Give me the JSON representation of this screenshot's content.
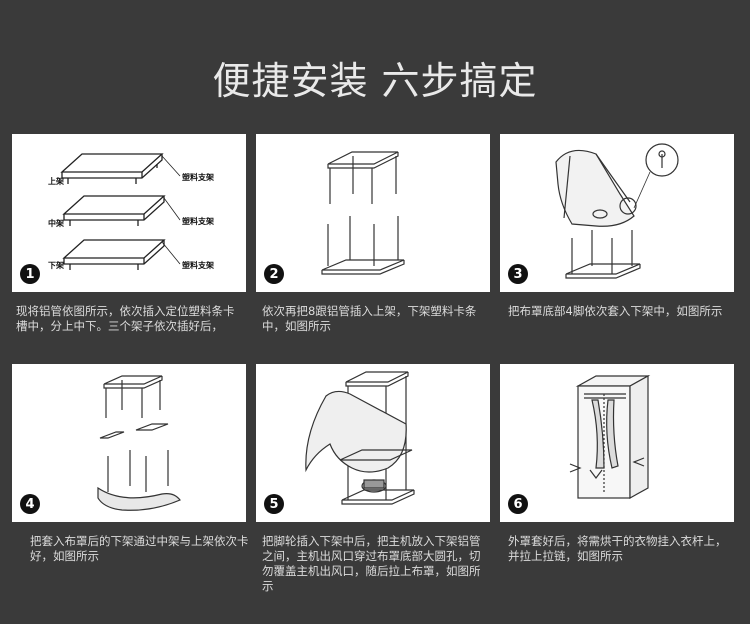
{
  "title": "便捷安装 六步搞定",
  "steps": [
    {
      "number": "1",
      "text": "现将铝管依图所示，依次插入定位塑料条卡槽中，分上中下。三个架子依次插好后，",
      "labels": {
        "upper": "上架",
        "middle": "中架",
        "lower": "下架",
        "bracket": "塑料支架"
      }
    },
    {
      "number": "2",
      "text": "依次再把8跟铝管插入上架，下架塑料卡条中，如图所示"
    },
    {
      "number": "3",
      "text": "把布罩底部4脚依次套入下架中，如图所示"
    },
    {
      "number": "4",
      "text": "把套入布罩后的下架通过中架与上架依次卡好，如图所示"
    },
    {
      "number": "5",
      "text": "把脚轮插入下架中后，把主机放入下架铝管之间，主机出风口穿过布罩底部大圆孔，切勿覆盖主机出风口，随后拉上布罩，如图所示"
    },
    {
      "number": "6",
      "text": "外罩套好后，将需烘干的衣物挂入衣杆上，并拉上拉链，如图所示"
    }
  ]
}
